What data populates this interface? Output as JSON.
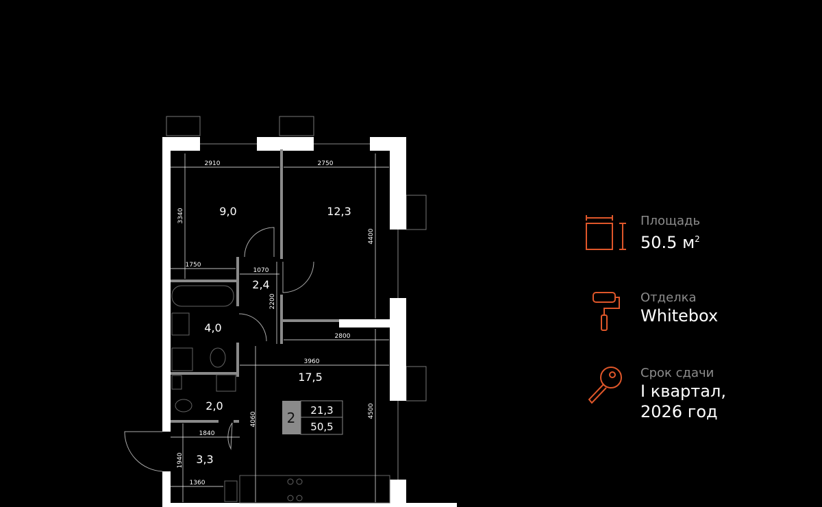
{
  "accent_color": "#e0572a",
  "plan": {
    "rooms": [
      {
        "name": "bedroom-1",
        "area": "9,0"
      },
      {
        "name": "bedroom-2",
        "area": "12,3"
      },
      {
        "name": "hall",
        "area": "2,4"
      },
      {
        "name": "bathroom",
        "area": "4,0"
      },
      {
        "name": "kitchen-living",
        "area": "17,5"
      },
      {
        "name": "toilet",
        "area": "2,0"
      },
      {
        "name": "entrance",
        "area": "3,3"
      }
    ],
    "dimensions": [
      "2910",
      "2750",
      "3340",
      "4400",
      "1750",
      "1070",
      "2200",
      "2800",
      "3960",
      "4060",
      "4500",
      "1840",
      "1940",
      "1360"
    ],
    "badge": {
      "rooms": "2",
      "living_area": "21,3",
      "total_area": "50,5"
    }
  },
  "info": {
    "area": {
      "label": "Площадь",
      "value": "50.5 м",
      "sup": "2",
      "icon": "area-icon"
    },
    "finish": {
      "label": "Отделка",
      "value": "Whitebox",
      "icon": "paint-roller-icon"
    },
    "deadline": {
      "label": "Срок сдачи",
      "value_line1": "I квартал,",
      "value_line2": "2026 год",
      "icon": "key-icon"
    }
  }
}
